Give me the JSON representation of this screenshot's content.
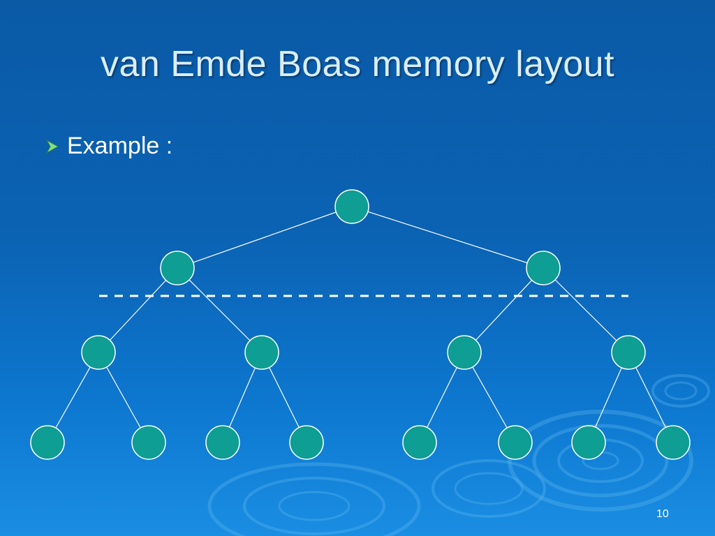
{
  "slide": {
    "title": "van Emde Boas memory layout",
    "bullet": "Example :",
    "page_number": "10"
  },
  "colors": {
    "node_fill": "#0e9e93",
    "node_stroke": "#ffffff",
    "edge": "#ffffff",
    "title_text": "#dbeefe",
    "bullet_arrow": "#7fe08a"
  },
  "tree": {
    "type": "complete-binary-tree",
    "levels": 4,
    "node_count": 15,
    "dashed_separator": "between level 2 and level 3"
  }
}
